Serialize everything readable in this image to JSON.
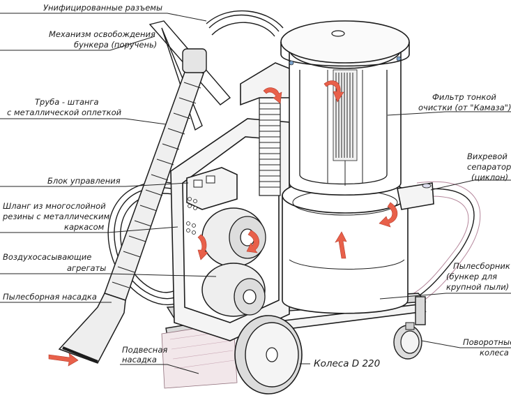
{
  "labels": {
    "unified_connectors": "Унифицированные разъемы",
    "release_mechanism_1": "Механизм освобождения",
    "release_mechanism_2": "бункера (поручень)",
    "pipe_rod_1": "Труба - штанга",
    "pipe_rod_2": "с металлической оплеткой",
    "control_unit": "Блок управления",
    "hose_1": "Шланг из многослойной",
    "hose_2": "резины с металлическим",
    "hose_3": "каркасом",
    "suction_units_1": "Воздухосасывающие",
    "suction_units_2": "агрегаты",
    "dust_nozzle": "Пылесборная насадка",
    "hanging_nozzle_1": "Подвесная",
    "hanging_nozzle_2": "насадка",
    "fine_filter_1": "Фильтр тонкой",
    "fine_filter_2": "очистки (от \"Камаза\")",
    "cyclone_1": "Вихревой",
    "cyclone_2": "сепаратор",
    "cyclone_3": "(циклон)",
    "dust_collector_1": "Пылесборник",
    "dust_collector_2": "(бункер для",
    "dust_collector_3": "крупной пыли)",
    "swivel_wheels_1": "Поворотные",
    "swivel_wheels_2": "колеса",
    "wheels": "Колеса D 220"
  },
  "colors": {
    "airflow_arrow": "#e8604a",
    "hose_pink": "#b4859a",
    "outline": "#1c1c1c"
  }
}
